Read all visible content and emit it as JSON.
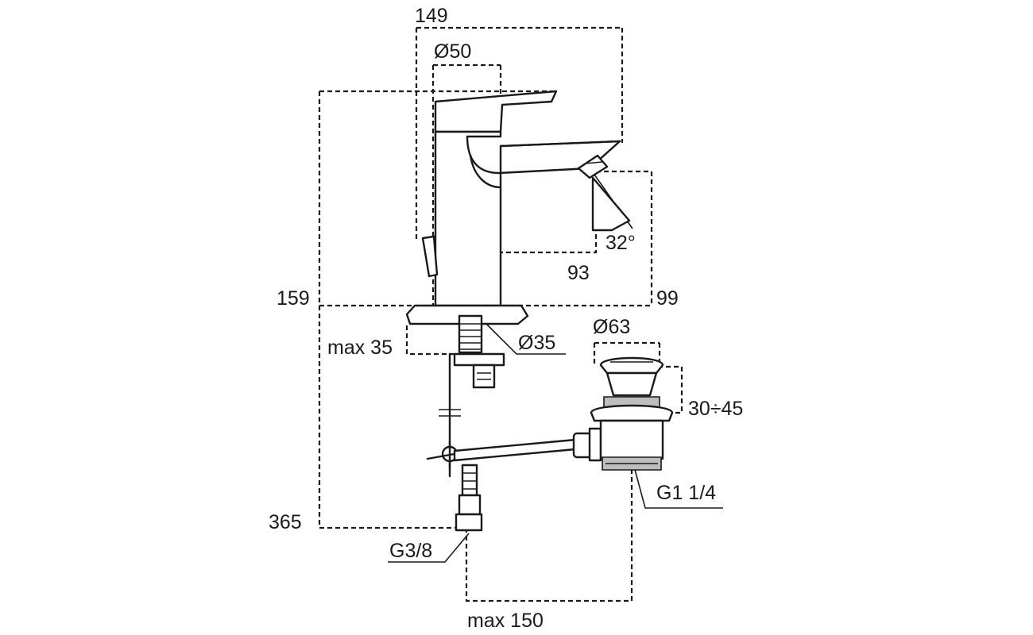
{
  "dimensions": {
    "spout_reach": "149",
    "body_diameter": "Ø50",
    "overall_height": "159",
    "spout_height": "99",
    "spout_projection": "93",
    "spout_angle": "32°",
    "max_thickness": "max 35",
    "hole_diameter": "Ø35",
    "waste_diameter": "Ø63",
    "waste_height_range": "30÷45",
    "waste_thread": "G1 1/4",
    "hose_length": "365",
    "hose_thread": "G3/8",
    "max_offset": "max 150"
  }
}
